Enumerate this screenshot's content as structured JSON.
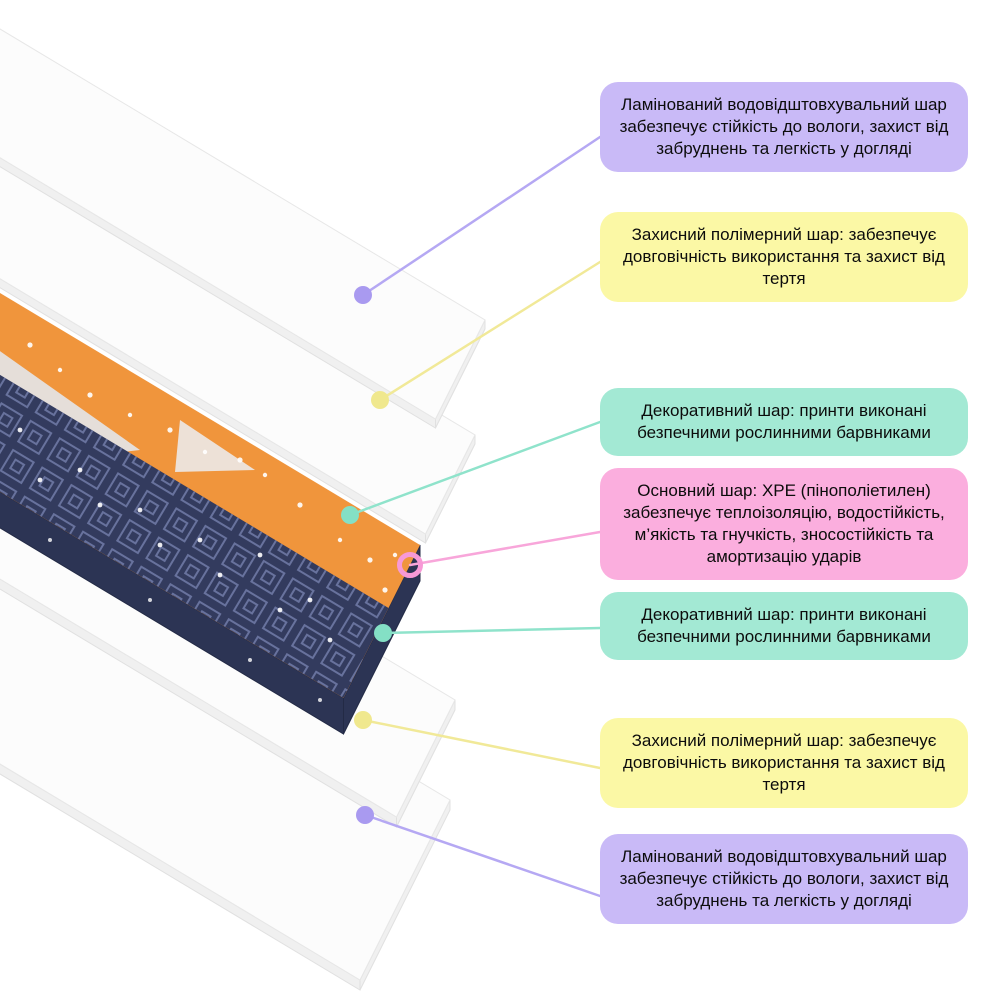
{
  "labels": [
    {
      "text": "Ламінований водовідштовхувальний шар забезпечує стійкість до вологи, захист від забруднень та легкість у догляді",
      "bg": "#c9baf7",
      "dot": "#a99af0",
      "line": "#b5a8f3"
    },
    {
      "text": "Захисний полімерний шар: забезпечує довговічність використання та захист від тертя",
      "bg": "#fbf8a5",
      "dot": "#f0e88e",
      "line": "#f1e998"
    },
    {
      "text": "Декоративний шар: принти виконані безпечними рослинними барвниками",
      "bg": "#a3e9d4",
      "dot": "#84e0c5",
      "line": "#8fe3cb"
    },
    {
      "text": "Основний шар: XPE (пінополіетилен) забезпечує теплоізоляцію, водостійкість, м’якість та гнучкість, зносостійкість та амортизацію ударів",
      "bg": "#fbaede",
      "dot": "#f799d6",
      "line": "#f8a6da"
    },
    {
      "text": "Декоративний шар: принти виконані безпечними рослинними барвниками",
      "bg": "#a3e9d4",
      "dot": "#84e0c5",
      "line": "#8fe3cb"
    },
    {
      "text": "Захисний полімерний шар: забезпечує довговічність використання та захист від тертя",
      "bg": "#fbf8a5",
      "dot": "#f0e88e",
      "line": "#f1e998"
    },
    {
      "text": "Ламінований водовідштовхувальний шар забезпечує стійкість до вологи, захист від забруднень та легкість у догляді",
      "bg": "#c9baf7",
      "dot": "#a99af0",
      "line": "#b5a8f3"
    }
  ],
  "mat": {
    "sheet_fill": "#fcfcfc",
    "sheet_edge": "#e7e7e7",
    "sheet_side": "#f0f0f0",
    "orange": "#f0953c",
    "navy": "#333b5e",
    "navy_side": "#2c3454",
    "pattern_line": "#717ba8",
    "speckle": "#ffffff"
  }
}
